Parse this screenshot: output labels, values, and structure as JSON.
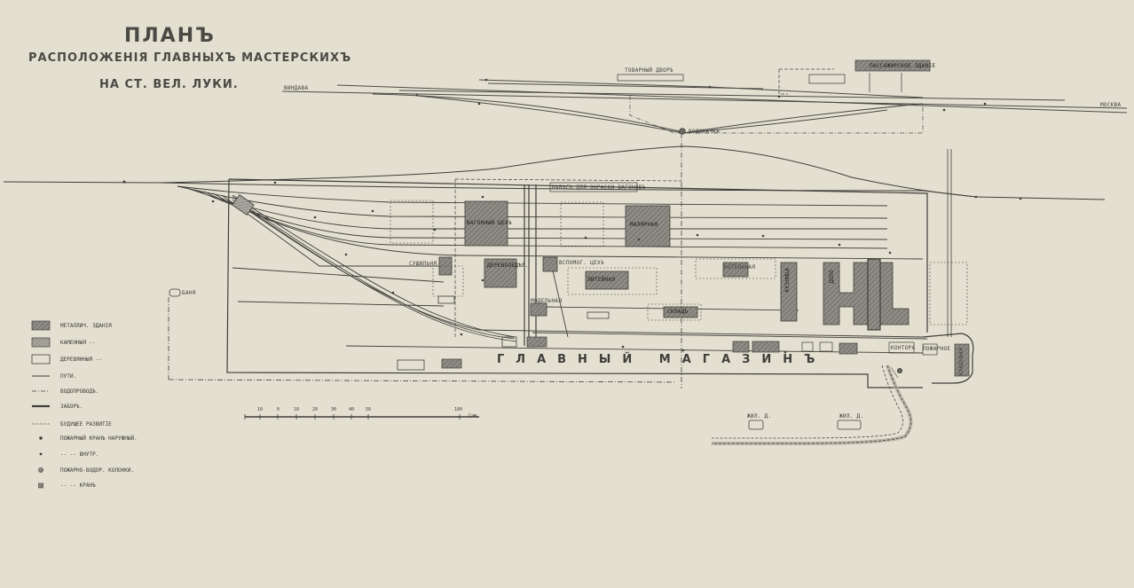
{
  "title": {
    "main": "ПЛАНЪ",
    "subtitle": "РАСПОЛОЖЕНІЯ ГЛАВНЫХЪ МАСТЕРСКИХЪ",
    "location": "НА СТ. ВЕЛ. ЛУКИ."
  },
  "directions": {
    "west": "ВИНДАВА",
    "east": "МОСКВА"
  },
  "buildings": {
    "cargo_yard": "ТОВАРНЫЙ ДВОРЪ",
    "passenger_building": "ПАССАЖИРСКОЕ ЗДАНІЕ",
    "water_tower": "ВОДОКАЧКА",
    "paint_shop_wagons": "НАВѢСЪ ДЛЯ ОКРАСКИ ВАГОНОВЪ",
    "carriage_shop": "ВАГОННЫЙ ЦЕХЪ",
    "paint_shop": "МАЛЯРНАЯ",
    "drying": "СУШИЛЬНЯ",
    "woodwork": "ДЕРЕВООБДѢЛ.",
    "auxiliary": "ВСПОМОГ. ЦЕХЪ",
    "foundry": "ЛИТЕЙНАЯ",
    "model_shop": "МОДЕЛЬНАЯ",
    "warehouse": "СКЛАДЪ",
    "boiler": "КОТЕЛЬНАЯ",
    "smithy": "КУЗНИЦА",
    "depot": "ДЕПО",
    "office": "КОНТОРА",
    "fire_station": "ПОЖАРНОЕ",
    "storage": "КЛАДОВАЯ",
    "bath": "БАНЯ",
    "residential_1": "ЖИЛ. Д.",
    "residential_2": "ЖИЛ. Д.",
    "main_store": "ГЛАВНЫЙ МАГАЗИНЪ"
  },
  "legend": [
    {
      "symbol": "metal-fill",
      "label": "МЕТАЛЛИЧ. ЗДАНІЯ"
    },
    {
      "symbol": "stone-fill",
      "label": "КАМЕННЫЯ --"
    },
    {
      "symbol": "wood-box",
      "label": "ДЕРЕВЯННЫЯ --"
    },
    {
      "symbol": "line-solid",
      "label": "ПУТИ."
    },
    {
      "symbol": "line-dashdot",
      "label": "ВОДОПРОВОДЪ."
    },
    {
      "symbol": "line-thick",
      "label": "ЗАБОРЪ."
    },
    {
      "symbol": "line-dotted",
      "label": "БУДУЩЕЕ РАЗВИТІЕ"
    },
    {
      "symbol": "dot",
      "label": "ПОЖАРНЫЙ КРАНЪ НАРУЖНЫЙ."
    },
    {
      "symbol": "dot-small",
      "label": "-- -- ВНУТР."
    },
    {
      "symbol": "hatched-dot",
      "label": "ПОЖАРНО-ВОДОР. КОЛОНКИ."
    },
    {
      "symbol": "square-dot",
      "label": "-- -- КРАНЪ"
    }
  ],
  "scale": {
    "ticks": [
      "10",
      "0",
      "10",
      "20",
      "30",
      "40",
      "50",
      "100"
    ],
    "unit": "Саж."
  },
  "colors": {
    "paper": "#e4e0d1",
    "ink": "#3e3e3a",
    "building_fill": "#8c8a82"
  }
}
